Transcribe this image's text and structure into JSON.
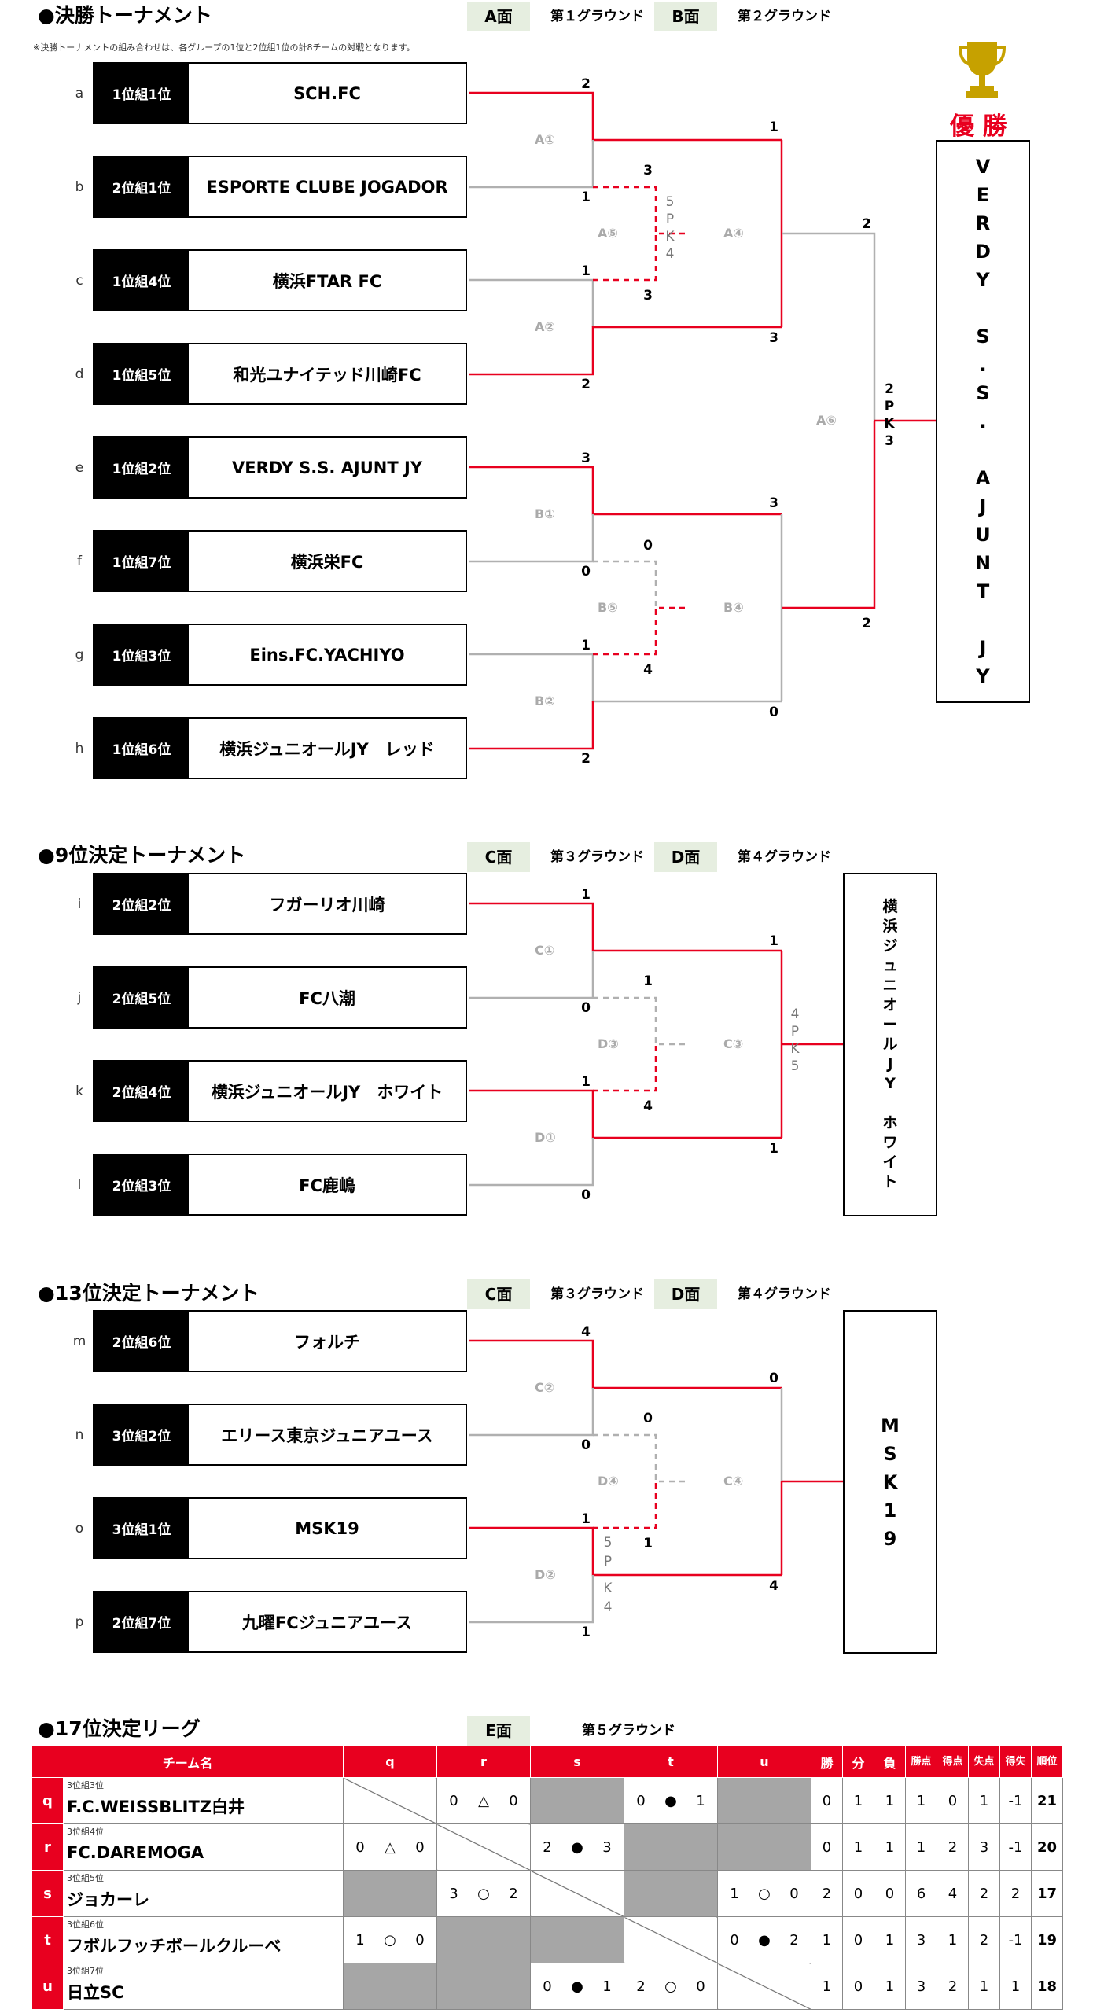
{
  "final": {
    "title": "●決勝トーナメント",
    "ground_a_label": "A面",
    "ground_a_text": "第１グラウンド",
    "ground_b_label": "B面",
    "ground_b_text": "第２グラウンド",
    "note": "※決勝トーナメントの組み合わせは、各グループの1位と2位組1位の計8チームの対戦となります。",
    "teams": [
      {
        "letter": "a",
        "seed": "1位組1位",
        "name": "SCH.FC"
      },
      {
        "letter": "b",
        "seed": "2位組1位",
        "name": "ESPORTE CLUBE JOGADOR"
      },
      {
        "letter": "c",
        "seed": "1位組4位",
        "name": "横浜FTAR FC"
      },
      {
        "letter": "d",
        "seed": "1位組5位",
        "name": "和光ユナイテッド川崎FC"
      },
      {
        "letter": "e",
        "seed": "1位組2位",
        "name": "VERDY S.S. AJUNT JY"
      },
      {
        "letter": "f",
        "seed": "1位組7位",
        "name": "横浜栄FC"
      },
      {
        "letter": "g",
        "seed": "1位組3位",
        "name": "Eins.FC.YACHIYO"
      },
      {
        "letter": "h",
        "seed": "1位組6位",
        "name": "横浜ジュニオールJY　レッド"
      }
    ],
    "scores": [
      "2",
      "1",
      "1",
      "2",
      "3",
      "0",
      "1",
      "2",
      "3",
      "3",
      "0",
      "4",
      "1",
      "3",
      "3",
      "0",
      "2",
      "2"
    ],
    "pk": [
      "5",
      "P",
      "K",
      "4"
    ],
    "final_pk": [
      "2",
      "P",
      "K",
      "3"
    ],
    "match_labels": [
      "A①",
      "A②",
      "A⑤",
      "A④",
      "B①",
      "B②",
      "B⑤",
      "B④",
      "A⑥"
    ],
    "champion_label": "優 勝",
    "champion_name": "V\nE\nR\nD\nY\n\nS\n.\nS\n.\n\nA\nJ\nU\nN\nT\n\nJ\nY"
  },
  "ninth": {
    "title": "●9位決定トーナメント",
    "ground_a_label": "C面",
    "ground_a_text": "第３グラウンド",
    "ground_b_label": "D面",
    "ground_b_text": "第４グラウンド",
    "teams": [
      {
        "letter": "i",
        "seed": "2位組2位",
        "name": "フガーリオ川崎"
      },
      {
        "letter": "j",
        "seed": "2位組5位",
        "name": "FC八潮"
      },
      {
        "letter": "k",
        "seed": "2位組4位",
        "name": "横浜ジュニオールJY　ホワイト"
      },
      {
        "letter": "l",
        "seed": "2位組3位",
        "name": "FC鹿嶋"
      }
    ],
    "scores": [
      "1",
      "0",
      "1",
      "0",
      "1",
      "4",
      "1",
      "1"
    ],
    "pk": [
      "4",
      "P",
      "K",
      "5"
    ],
    "match_labels": [
      "C①",
      "D①",
      "D③",
      "C③"
    ],
    "winner_name": "横\n浜\nジ\nュ\nニ\nオ\nー\nル\nJ\nY\n\nホ\nワ\nイ\nト"
  },
  "thirteenth": {
    "title": "●13位決定トーナメント",
    "ground_a_label": "C面",
    "ground_a_text": "第３グラウンド",
    "ground_b_label": "D面",
    "ground_b_text": "第４グラウンド",
    "teams": [
      {
        "letter": "m",
        "seed": "2位組6位",
        "name": "フォルチ"
      },
      {
        "letter": "n",
        "seed": "3位組2位",
        "name": "エリース東京ジュニアユース"
      },
      {
        "letter": "o",
        "seed": "3位組1位",
        "name": "MSK19"
      },
      {
        "letter": "p",
        "seed": "2位組7位",
        "name": "九曜FCジュニアユース"
      }
    ],
    "scores": [
      "4",
      "0",
      "1",
      "1",
      "0",
      "1",
      "0",
      "4"
    ],
    "pk": [
      "5",
      "P",
      "K",
      "4"
    ],
    "match_labels": [
      "C②",
      "D②",
      "D④",
      "C④"
    ],
    "winner_name": "M\nS\nK\n1\n9"
  },
  "league": {
    "title": "●17位決定リーグ",
    "ground_label": "E面",
    "ground_text": "第５グラウンド",
    "headers": [
      "チーム名",
      "q",
      "r",
      "s",
      "t",
      "u",
      "勝",
      "分",
      "負",
      "勝点",
      "得点",
      "失点",
      "得失",
      "順位"
    ],
    "rows": [
      {
        "key": "q",
        "seed": "3位組3位",
        "name": "F.C.WEISSBLITZ白井",
        "cells": [
          "diag",
          "0 △ 0",
          "gray",
          "0 ● 1",
          "gray"
        ],
        "stats": [
          "0",
          "1",
          "1",
          "1",
          "0",
          "1",
          "-1",
          "21"
        ]
      },
      {
        "key": "r",
        "seed": "3位組4位",
        "name": "FC.DAREMOGA",
        "cells": [
          "0 △ 0",
          "diag",
          "2 ● 3",
          "gray",
          "gray"
        ],
        "stats": [
          "0",
          "1",
          "1",
          "1",
          "2",
          "3",
          "-1",
          "20"
        ]
      },
      {
        "key": "s",
        "seed": "3位組5位",
        "name": "ジョカーレ",
        "cells": [
          "gray",
          "3 ○ 2",
          "diag",
          "gray",
          "1 ○ 0"
        ],
        "stats": [
          "2",
          "0",
          "0",
          "6",
          "4",
          "2",
          "2",
          "17"
        ]
      },
      {
        "key": "t",
        "seed": "3位組6位",
        "name": "フボルフッチボールクルーベ",
        "cells": [
          "1 ○ 0",
          "gray",
          "gray",
          "diag",
          "0 ● 2"
        ],
        "stats": [
          "1",
          "0",
          "1",
          "3",
          "1",
          "2",
          "-1",
          "19"
        ]
      },
      {
        "key": "u",
        "seed": "3位組7位",
        "name": "日立SC",
        "cells": [
          "gray",
          "gray",
          "0 ● 1",
          "2 ○ 0",
          "diag"
        ],
        "stats": [
          "1",
          "0",
          "1",
          "3",
          "2",
          "1",
          "1",
          "18"
        ]
      }
    ]
  },
  "colors": {
    "win": "#e8001f",
    "lose": "#b0b0b0",
    "header": "#e8001f",
    "ground_bg": "#e6eee0"
  },
  "icons": {
    "trophy": "trophy-icon"
  }
}
